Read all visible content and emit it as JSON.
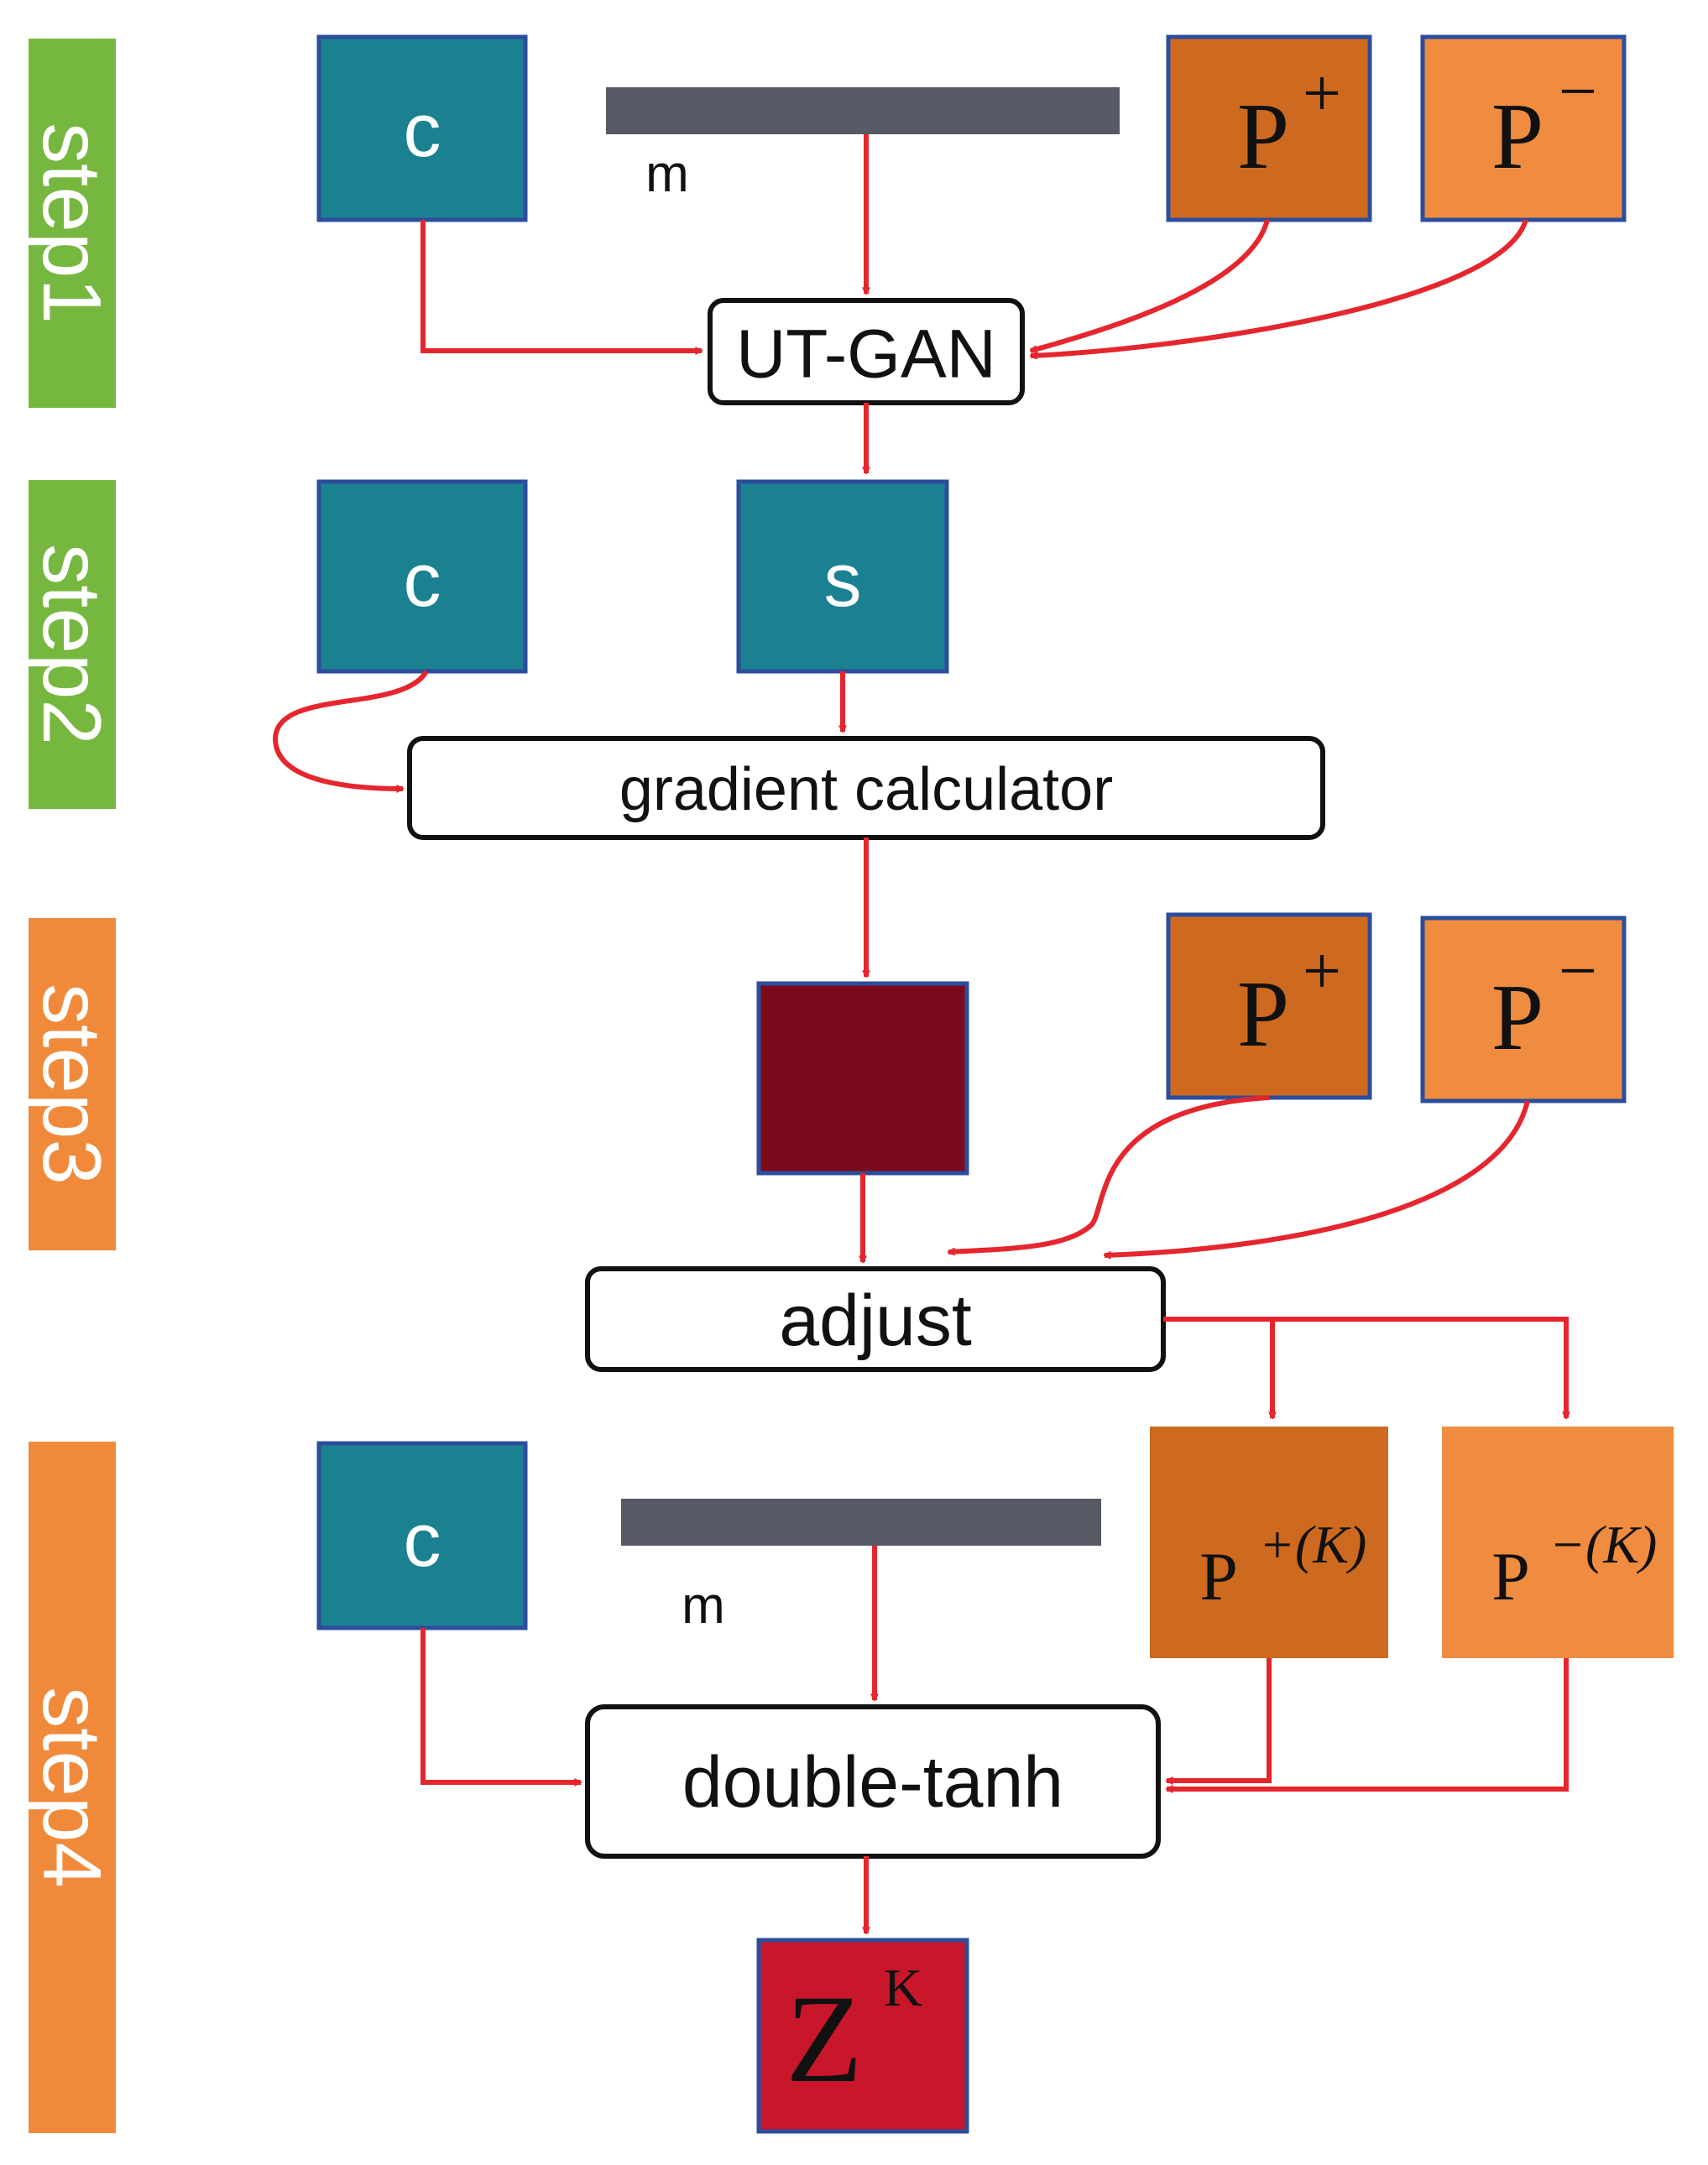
{
  "steps": {
    "step1": "step1",
    "step2": "step2",
    "step3": "step3",
    "step4": "step4"
  },
  "nodes": {
    "c1": "c",
    "m1": "m",
    "p_plus_1": {
      "base": "P",
      "sup": "+"
    },
    "p_minus_1": {
      "base": "P",
      "sup": "−"
    },
    "utgan": "UT-GAN",
    "c2": "c",
    "s": "s",
    "gradient": "gradient calculator",
    "p_plus_3": {
      "base": "P",
      "sup": "+"
    },
    "p_minus_3": {
      "base": "P",
      "sup": "−"
    },
    "adjust": "adjust",
    "c4": "c",
    "m4": "m",
    "p_plus_k": {
      "base": "P",
      "sup": "+(K)"
    },
    "p_minus_k": {
      "base": "P",
      "sup": "−(K)"
    },
    "double_tanh": "double-tanh",
    "z": {
      "base": "Z",
      "sup": "K"
    }
  },
  "colors": {
    "step_green": "#76b83f",
    "step_orange": "#f08a3a",
    "teal": "#1b8191",
    "teal_border": "#2b4d9c",
    "orange_dark": "#cd6a20",
    "orange_light": "#ef8c3f",
    "dark_red": "#7c0a1d",
    "red": "#c8172a",
    "bar_gray": "#555a64",
    "arrow_red": "#e5262e"
  }
}
